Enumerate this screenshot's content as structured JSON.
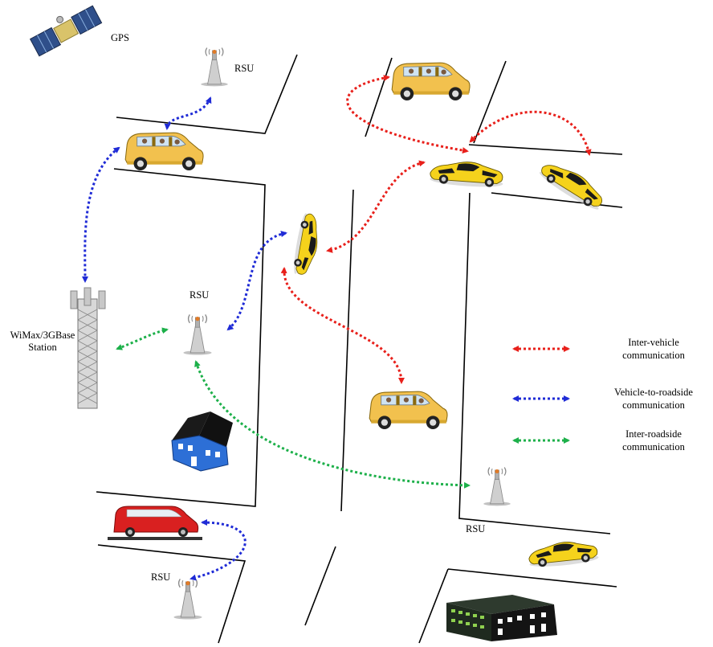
{
  "labels": {
    "gps": "GPS",
    "rsu_top": "RSU",
    "rsu_mid": "RSU",
    "rsu_right": "RSU",
    "rsu_bottom": "RSU",
    "base_station_line1": "WiMax/3GBase",
    "base_station_line2": "Station"
  },
  "legend": [
    {
      "line1": "Inter-vehicle",
      "line2": "communication",
      "color": "#e8201b"
    },
    {
      "line1": "Vehicle-to-roadside",
      "line2": "communication",
      "color": "#1f2bd6"
    },
    {
      "line1": "Inter-roadside",
      "line2": "communication",
      "color": "#1db04a"
    }
  ],
  "colors": {
    "inter_vehicle": "#e8201b",
    "vehicle_to_roadside": "#1f2bd6",
    "inter_roadside": "#1db04a",
    "van": "#f2c14e",
    "sports_car": "#f5d21c",
    "red_van": "#d92020",
    "house": "#2d6fd6",
    "building": "#1f2a1f"
  },
  "icons": [
    "satellite-icon",
    "rsu-tower-icon",
    "base-station-tower-icon",
    "van-icon",
    "sports-car-icon",
    "house-icon",
    "office-building-icon"
  ]
}
